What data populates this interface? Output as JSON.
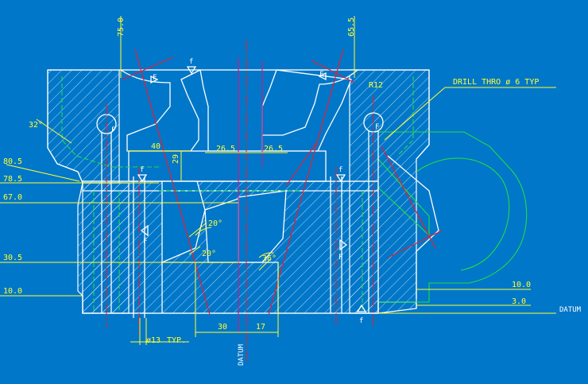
{
  "colors": {
    "background": "#0077c8",
    "outline": "#ffffff",
    "dimension": "#ffff33",
    "hidden": "#22dd44",
    "centerline": "#e0203a"
  },
  "dimensions": {
    "top_left": "75.0",
    "top_right": "65.5",
    "angle_32": "32°",
    "level_80_5": "80.5",
    "level_78_5": "78.5",
    "level_67_0": "67.0",
    "level_30_5": "30.5",
    "level_10_0_left": "10.0",
    "level_10_0_right": "10.0",
    "level_3_0": "3.0",
    "width_40": "40",
    "height_29": "29",
    "width_26_5_left": "26.5",
    "width_26_5_right": "26.5",
    "angle_20_upper": "20°",
    "angle_20_lower": "20°",
    "angle_36": "36°",
    "width_30": "30",
    "width_17": "17",
    "dia_13": "ø13",
    "typ": "TYP.",
    "radius": "R12",
    "drill_note": "DRILL THRO ø 6 TYP",
    "datum_right": "DATUM",
    "datum_bottom": "DATUM"
  },
  "symbols": {
    "finish_f": "f",
    "finish_F": "F"
  }
}
